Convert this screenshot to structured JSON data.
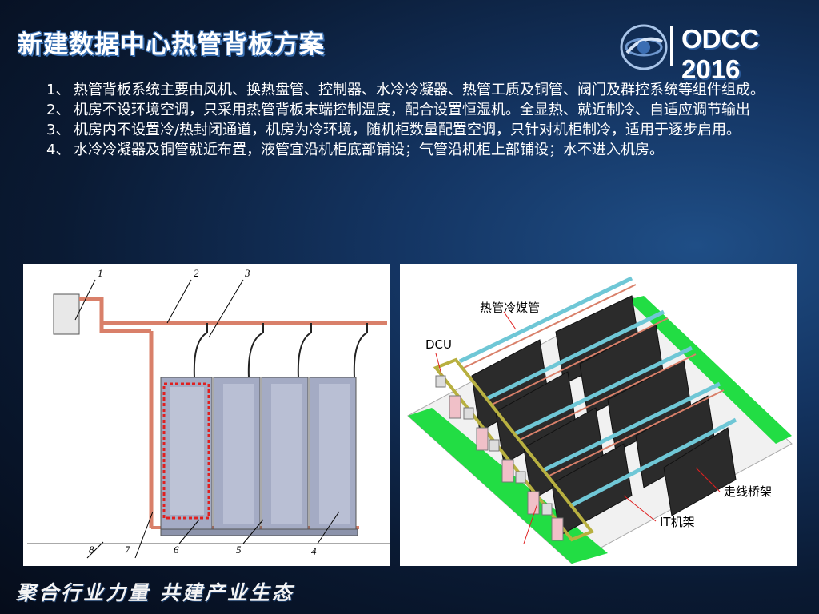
{
  "slide": {
    "title": "新建数据中心热管背板方案",
    "brand": "ODCC 2016",
    "footer": "聚合行业力量  共建产业生态"
  },
  "bullets": [
    {
      "num": "1、",
      "text": "热管背板系统主要由风机、换热盘管、控制器、水冷冷凝器、热管工质及铜管、阀门及群控系统等组件组成。"
    },
    {
      "num": "2、",
      "text": "机房不设环境空调，只采用热管背板末端控制温度，配合设置恒湿机。全显热、就近制冷、自适应调节输出"
    },
    {
      "num": "3、",
      "text": "机房内不设置冷/热封闭通道，机房为冷环境，随机柜数量配置空调，只针对机柜制冷，适用于逐步启用。"
    },
    {
      "num": "4、",
      "text": "水冷冷凝器及铜管就近布置，液管宜沿机柜底部铺设；气管沿机柜上部铺设；水不进入机房。"
    }
  ],
  "left_diagram": {
    "callouts": [
      "1",
      "2",
      "3",
      "4",
      "5",
      "6",
      "7",
      "8"
    ]
  },
  "right_diagram": {
    "label_pipe": "热管冷媒管",
    "label_dcu": "DCU",
    "label_tray": "走线桥架",
    "label_rack": "IT机架"
  },
  "colors": {
    "pipe": "#d9806a",
    "cabinet": "#9aa2bd",
    "highlight": "#e02020",
    "floor_green": "#22dd44"
  }
}
